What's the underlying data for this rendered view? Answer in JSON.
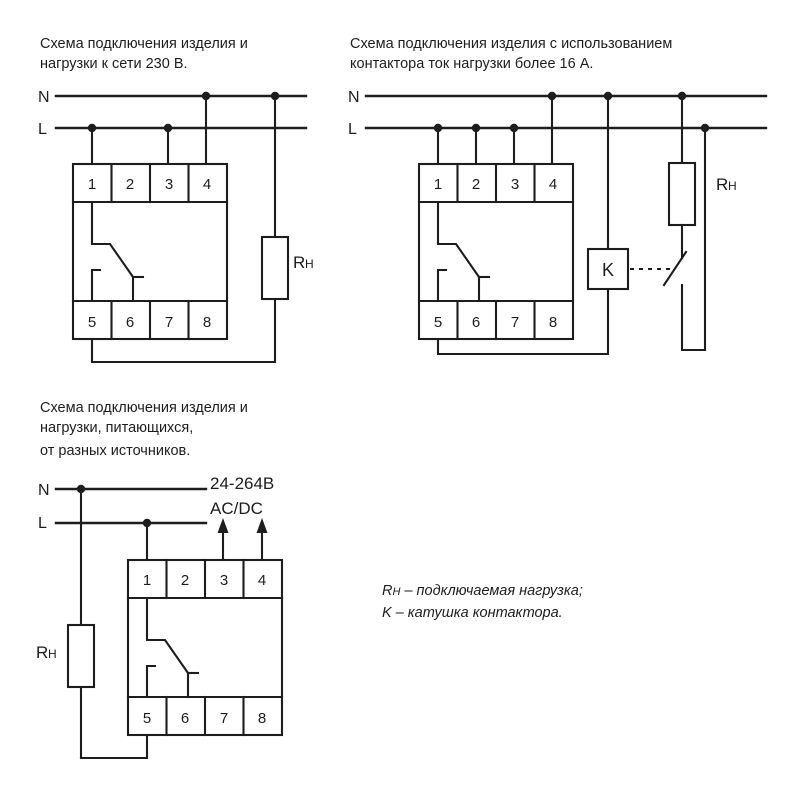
{
  "page": {
    "title": "Схемы подключения изделия",
    "background_color": "#ffffff",
    "line_color": "#1d1d1d"
  },
  "diagrams": [
    {
      "id": "diagram-1",
      "title_lines": [
        "Схема подключения изделия и",
        "нагрузки к сети 230 В."
      ],
      "rails": [
        {
          "label": "N"
        },
        {
          "label": "L"
        }
      ],
      "terminals_top": [
        "1",
        "2",
        "3",
        "4"
      ],
      "terminals_bottom": [
        "5",
        "6",
        "7",
        "8"
      ],
      "load_label_main": "R",
      "load_label_sub": "H"
    },
    {
      "id": "diagram-2",
      "title_lines": [
        "Схема подключения изделия с использованием",
        "контактора ток нагрузки более 16 А."
      ],
      "rails": [
        {
          "label": "N"
        },
        {
          "label": "L"
        }
      ],
      "terminals_top": [
        "1",
        "2",
        "3",
        "4"
      ],
      "terminals_bottom": [
        "5",
        "6",
        "7",
        "8"
      ],
      "coil_label": "K",
      "load_label_main": "R",
      "load_label_sub": "H"
    },
    {
      "id": "diagram-3",
      "title_lines": [
        "Схема подключения изделия и",
        "нагрузки, питающихся,",
        "от разных источников."
      ],
      "rails": [
        {
          "label": "N"
        },
        {
          "label": "L"
        }
      ],
      "terminals_top": [
        "1",
        "2",
        "3",
        "4"
      ],
      "terminals_bottom": [
        "5",
        "6",
        "7",
        "8"
      ],
      "supply_lines": [
        "24-264В",
        "AC/DC"
      ],
      "load_label_main": "R",
      "load_label_sub": "H"
    }
  ],
  "legend": {
    "lines": [
      "RH – подключаемая нагрузка;",
      "K – катушка контактора."
    ],
    "line1_prefix": "R",
    "line1_sub": "H",
    "line1_rest": " – подключаемая нагрузка;",
    "line2": "K – катушка контактора."
  }
}
